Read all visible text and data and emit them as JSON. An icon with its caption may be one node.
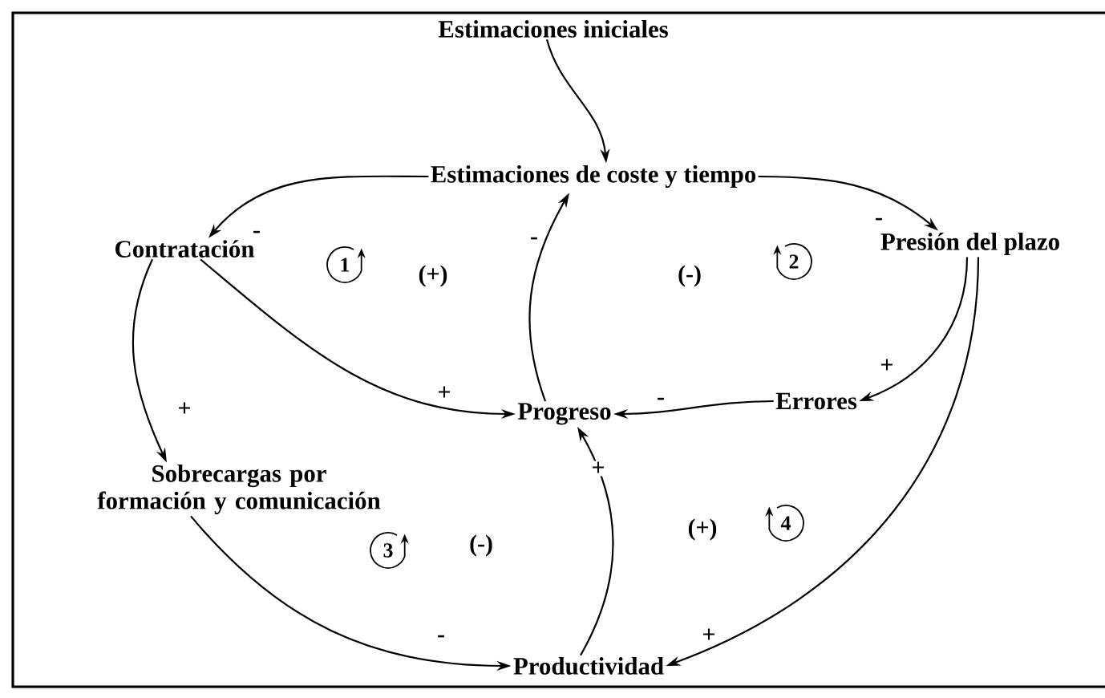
{
  "diagram": {
    "nodes": [
      {
        "text": [
          "Estimaciones iniciales"
        ]
      },
      {
        "text": [
          "Estimaciones de coste y tiempo"
        ]
      },
      {
        "text": [
          "Contratación"
        ]
      },
      {
        "text": [
          "Presión del plazo"
        ]
      },
      {
        "text": [
          "Progreso"
        ]
      },
      {
        "text": [
          "Errores"
        ]
      },
      {
        "text": [
          "Sobrecargas por formación y comunicación"
        ]
      },
      {
        "text": [
          "Productividad"
        ]
      }
    ],
    "edges": [
      {
        "from": 0,
        "to": 1,
        "arrow": "to"
      },
      {
        "from": 1,
        "to": 2,
        "arrow": "to",
        "label": "-"
      },
      {
        "from": 1,
        "to": 3,
        "arrow": "to",
        "label": "-"
      },
      {
        "from": 2,
        "to": 4,
        "arrow": "to",
        "label": "+"
      },
      {
        "from": 2,
        "to": 6,
        "arrow": "to",
        "label": "+"
      },
      {
        "from": 4,
        "to": 1,
        "arrow": "to",
        "label": "-"
      },
      {
        "from": 3,
        "to": 5,
        "arrow": "to",
        "label": "+"
      },
      {
        "from": 5,
        "to": 4,
        "arrow": "to",
        "label": "-"
      },
      {
        "from": 3,
        "to": 7,
        "arrow": "to",
        "label": "+"
      },
      {
        "from": 6,
        "to": 7,
        "arrow": "to",
        "label": "-"
      },
      {
        "from": 7,
        "to": 4,
        "arrow": "to",
        "label": "+"
      }
    ],
    "labels": [
      "1",
      "(+)",
      "(-)",
      "2",
      "3",
      "(-)",
      "(+)",
      "4"
    ]
  }
}
